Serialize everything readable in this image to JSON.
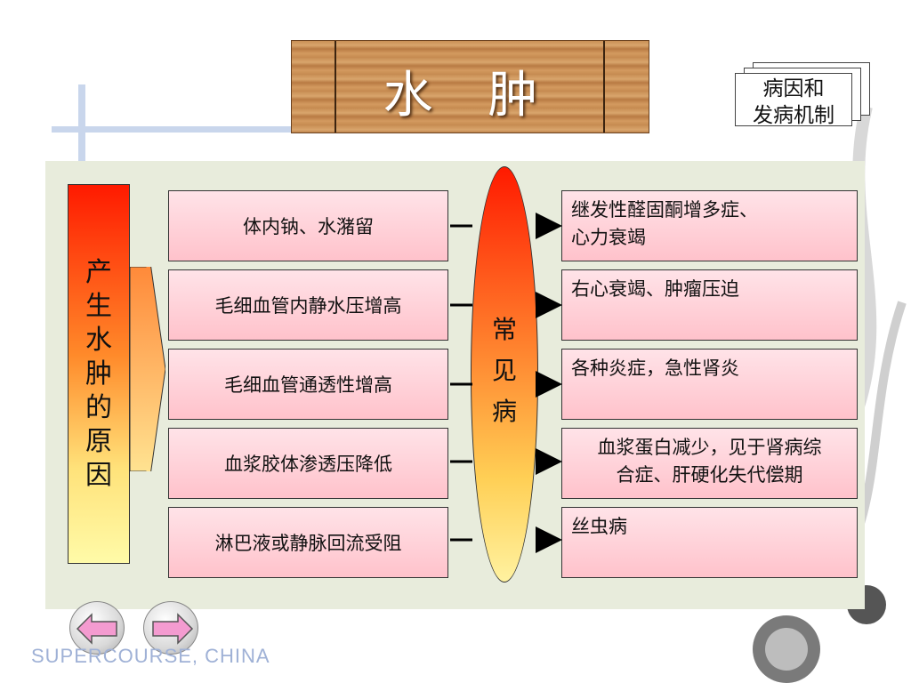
{
  "title": "水 肿",
  "note": {
    "line1": "病因和",
    "line2": "发病机制"
  },
  "cause_label": [
    "产",
    "生",
    "水",
    "肿",
    "的",
    "原",
    "因"
  ],
  "common_label": [
    "常",
    "见",
    "病"
  ],
  "causes": [
    "体内钠、水潴留",
    "毛细血管内静水压增高",
    "毛细血管通透性增高",
    "血浆胶体渗透压降低",
    "淋巴液或静脉回流受阻"
  ],
  "diseases": [
    {
      "line1": "继发性醛固酮增多症、",
      "line2": "心力衰竭"
    },
    {
      "line1": "右心衰竭、肿瘤压迫",
      "line2": ""
    },
    {
      "line1": "各种炎症，急性肾炎",
      "line2": ""
    },
    {
      "line1": "血浆蛋白减少，见于肾病综",
      "line2": "合症、肝硬化失代偿期"
    },
    {
      "line1": "丝虫病",
      "line2": ""
    }
  ],
  "footer": "SUPERCOURSE, CHINA",
  "icons": {
    "prev": "left-arrow-icon",
    "next": "right-arrow-icon"
  },
  "colors": {
    "box_fill": "#ffc2cb",
    "panel": "#e8ecdc",
    "gradient_top": "#ff1a00",
    "gradient_bottom": "#fffba8"
  }
}
